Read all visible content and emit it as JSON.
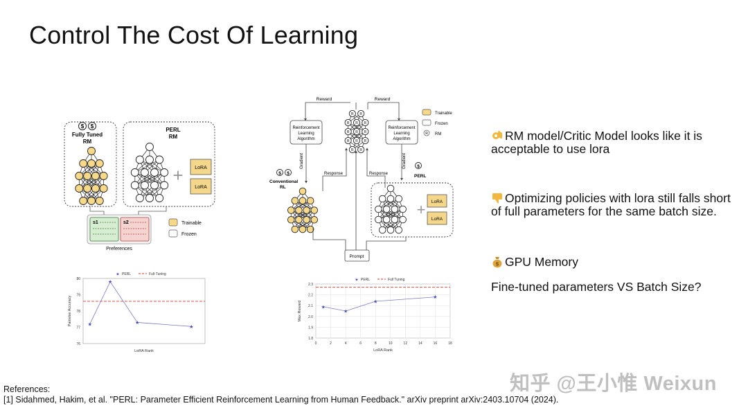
{
  "slide": {
    "title": "Control The Cost Of Learning"
  },
  "figure_rm": {
    "fully_tuned_label_1": "Fully Tuned",
    "fully_tuned_label_2": "RM",
    "perl_label_1": "PERL",
    "perl_label_2": "RM",
    "lora_top": "LoRA",
    "lora_bottom": "LoRA",
    "pref_s1": "s1",
    "pref_s2": "s2",
    "preferences": "Preferences",
    "legend_trainable": "Trainable",
    "legend_frozen": "Frozen"
  },
  "figure_rl": {
    "reward_left": "Reward",
    "reward_right": "Reward",
    "rl_algo_left": [
      "Reinforcement",
      "Learning",
      "Algorithm"
    ],
    "rl_algo_right": [
      "Reinforcement",
      "Learning",
      "Algorithm"
    ],
    "gradient_left": "Gradient",
    "gradient_right": "Gradient",
    "response_left": "Response",
    "response_right": "Response",
    "conventional_1": "Conventional",
    "conventional_2": "RL",
    "perl": "PERL",
    "prompt": "Prompt",
    "lora_top": "LoRA",
    "lora_bottom": "LoRA",
    "rm_node": "R",
    "legend_trainable": "Trainable",
    "legend_frozen": "Frozen",
    "legend_rm": "RM"
  },
  "chart_data": [
    {
      "type": "line",
      "legend": [
        "PERL",
        "Full-Tuning"
      ],
      "legend_placement": "top",
      "xlabel": "LoRA Rank",
      "ylabel": "Pairwise Accuracy",
      "yticks": [
        "76",
        "77",
        "78",
        "79",
        "80"
      ],
      "ylim": [
        76,
        80
      ],
      "series": [
        {
          "name": "PERL",
          "x": [
            1,
            4,
            8,
            16
          ],
          "y": [
            77.2,
            79.8,
            77.3,
            77.05
          ]
        },
        {
          "name": "Full-Tuning",
          "style": "dashed",
          "y_constant": 78.6
        }
      ],
      "xlim": [
        0,
        18
      ],
      "grid": false
    },
    {
      "type": "line",
      "legend": [
        "PERL",
        "Full Tuning"
      ],
      "legend_placement": "top",
      "xlabel": "LoRA Rank",
      "ylabel": "Max Reward",
      "xticks": [
        "0",
        "2",
        "4",
        "6",
        "8",
        "10",
        "12",
        "14",
        "16",
        "18"
      ],
      "yticks": [
        "1.8",
        "1.9",
        "2.0",
        "2.1",
        "2.2",
        "2.3"
      ],
      "xlim": [
        0,
        18
      ],
      "ylim": [
        1.8,
        2.3
      ],
      "series": [
        {
          "name": "PERL",
          "x": [
            1,
            4,
            8,
            16
          ],
          "y": [
            2.09,
            2.05,
            2.14,
            2.18
          ]
        },
        {
          "name": "Full Tuning",
          "style": "dashed",
          "y_constant": 2.27
        }
      ],
      "grid": true
    }
  ],
  "bullets": {
    "b1_line1": "RM model/Critic Model looks like it is",
    "b1_line2": "acceptable to use lora",
    "b2_line1": "Optimizing policies with lora still falls short",
    "b2_line2": "of full parameters for the same batch size.",
    "b3": "GPU Memory",
    "b4": "Fine-tuned parameters VS Batch Size?"
  },
  "references": {
    "heading": "References:",
    "ref1": "[1] Sidahmed, Hakim, et al. \"PERL: Parameter Efficient Reinforcement Learning from Human Feedback.\" arXiv preprint arXiv:2403.10704 (2024)."
  },
  "watermark": "知乎 @王小惟 Weixun",
  "colors": {
    "trainable": "#f8d98a",
    "frozen": "#ffffff",
    "stroke": "#222222",
    "lora": "#f5d78c",
    "pref_green": "#d7edd2",
    "pref_red": "#f5d3d0",
    "perl_line": "#4a4ab0",
    "full_tuning_line": "#d23a2a"
  }
}
